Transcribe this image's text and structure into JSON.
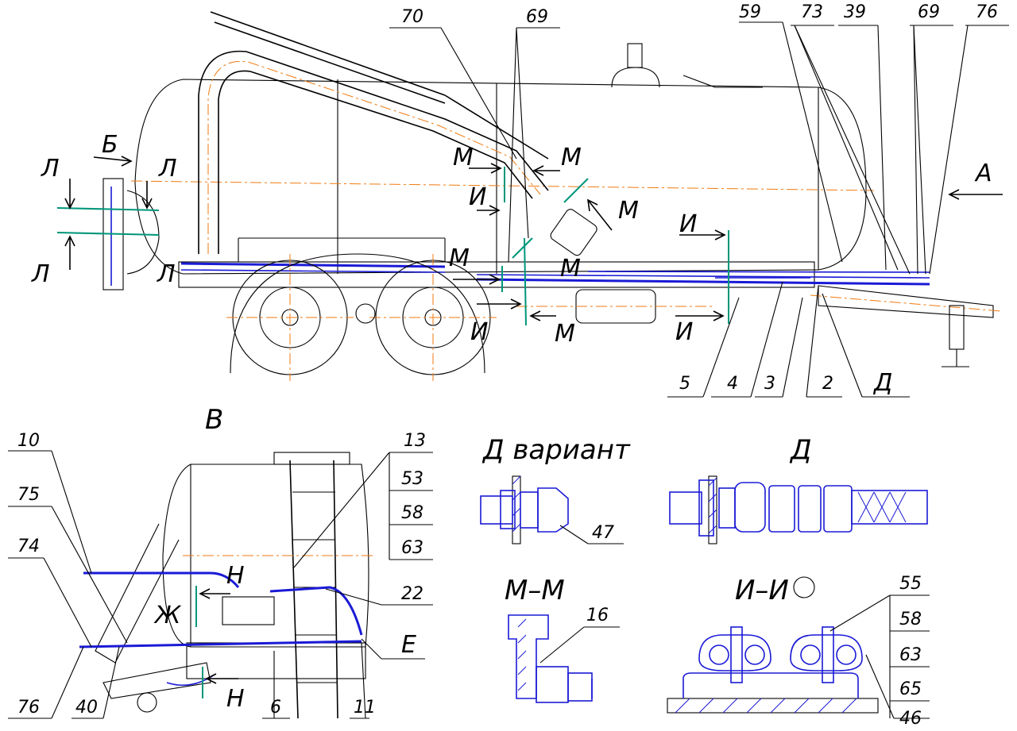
{
  "labels": {
    "n70": "70",
    "n69a": "69",
    "n59": "59",
    "n73": "73",
    "n39": "39",
    "n69b": "69",
    "n76a": "76",
    "n5": "5",
    "n4": "4",
    "n3": "3",
    "n2": "2",
    "sD": "Д",
    "n10": "10",
    "n75": "75",
    "n74": "74",
    "n76b": "76",
    "n40": "40",
    "n6": "6",
    "n11": "11",
    "n13": "13",
    "n53": "53",
    "n58a": "58",
    "n63a": "63",
    "n22": "22",
    "sE": "Е",
    "n47": "47",
    "n16": "16",
    "n55": "55",
    "n58b": "58",
    "n63b": "63",
    "n65": "65",
    "n46": "46"
  },
  "section_letters": {
    "L1": "Л",
    "L2": "Л",
    "L3": "Л",
    "L4": "Л",
    "B": "Б",
    "A": "А",
    "M1": "М",
    "M2": "М",
    "M3": "М",
    "M4": "М",
    "M5": "М",
    "M6": "М",
    "I1": "И",
    "I2": "И",
    "I3": "И",
    "I4": "И",
    "V": "В",
    "H1": "Н",
    "H2": "Н",
    "Zh": "Ж"
  },
  "titles": {
    "d_variant": "Д вариант",
    "d": "Д",
    "mm": "М–М",
    "ii": "И–И"
  },
  "colors": {
    "pipe": "#1a1ad6",
    "axis": "#f07a10",
    "section_line": "#00967a",
    "outline": "#000000"
  }
}
